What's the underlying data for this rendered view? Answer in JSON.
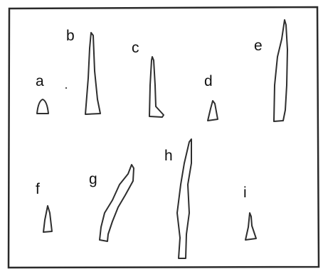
{
  "figure": {
    "items": [
      {
        "label": "a"
      },
      {
        "label": "b"
      },
      {
        "label": "c"
      },
      {
        "label": "d"
      },
      {
        "label": "e"
      },
      {
        "label": "f"
      },
      {
        "label": "g"
      },
      {
        "label": "h"
      },
      {
        "label": "i"
      }
    ]
  }
}
